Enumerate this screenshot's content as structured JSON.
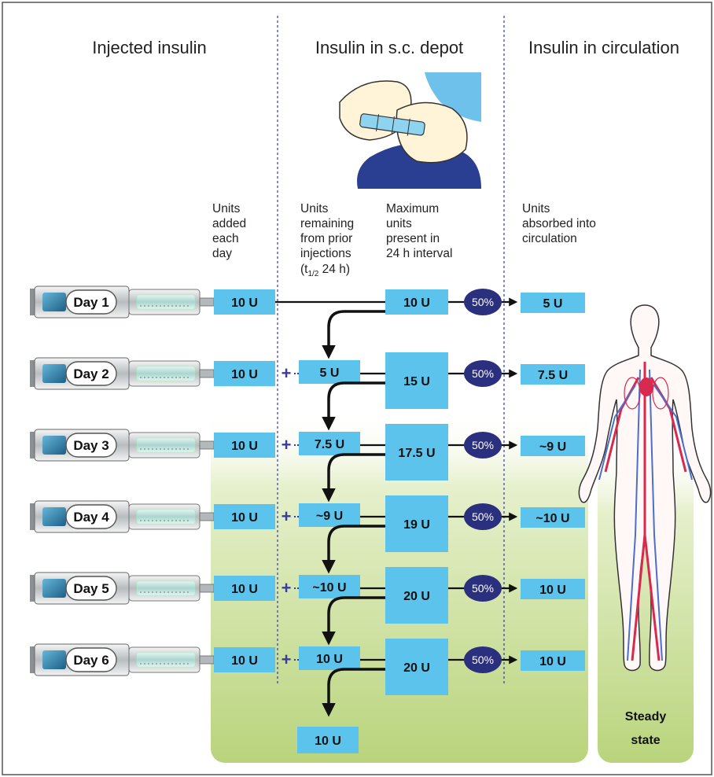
{
  "headers": {
    "injected": "Injected insulin",
    "depot": "Insulin in s.c. depot",
    "circulation": "Insulin in circulation"
  },
  "subheaders": {
    "units_added": [
      "Units",
      "added",
      "each",
      "day"
    ],
    "units_remaining": [
      "Units",
      "remaining",
      "from prior",
      "injections"
    ],
    "half_life": {
      "prefix": "(t",
      "subscript": "1/2",
      "suffix": " 24 h)"
    },
    "maximum_units": [
      "Maximum",
      "units",
      "present in",
      "24 h interval"
    ],
    "absorbed": [
      "Units",
      "absorbed into",
      "circulation"
    ]
  },
  "rows": [
    {
      "day": "Day 1",
      "added": "10 U",
      "remaining": "",
      "max": "10 U",
      "pct": "50%",
      "absorbed": "5 U"
    },
    {
      "day": "Day 2",
      "added": "10 U",
      "remaining": "5 U",
      "max": "15 U",
      "pct": "50%",
      "absorbed": "7.5 U"
    },
    {
      "day": "Day 3",
      "added": "10 U",
      "remaining": "7.5 U",
      "max": "17.5 U",
      "pct": "50%",
      "absorbed": "~9 U"
    },
    {
      "day": "Day 4",
      "added": "10 U",
      "remaining": "~9 U",
      "max": "19 U",
      "pct": "50%",
      "absorbed": "~10 U"
    },
    {
      "day": "Day 5",
      "added": "10 U",
      "remaining": "~10 U",
      "max": "20 U",
      "pct": "50%",
      "absorbed": "10 U"
    },
    {
      "day": "Day 6",
      "added": "10 U",
      "remaining": "10 U",
      "max": "20 U",
      "pct": "50%",
      "absorbed": "10 U"
    }
  ],
  "carryover_final": "10 U",
  "plus_sign": "+",
  "steady_state": [
    "Steady",
    "state"
  ],
  "colors": {
    "box": "#5bc3ec",
    "oval": "#2a2f7e",
    "steady_gradient": "#c4dc8c",
    "syringe_band": "#2a7fa6",
    "body_outline": "#333333"
  }
}
